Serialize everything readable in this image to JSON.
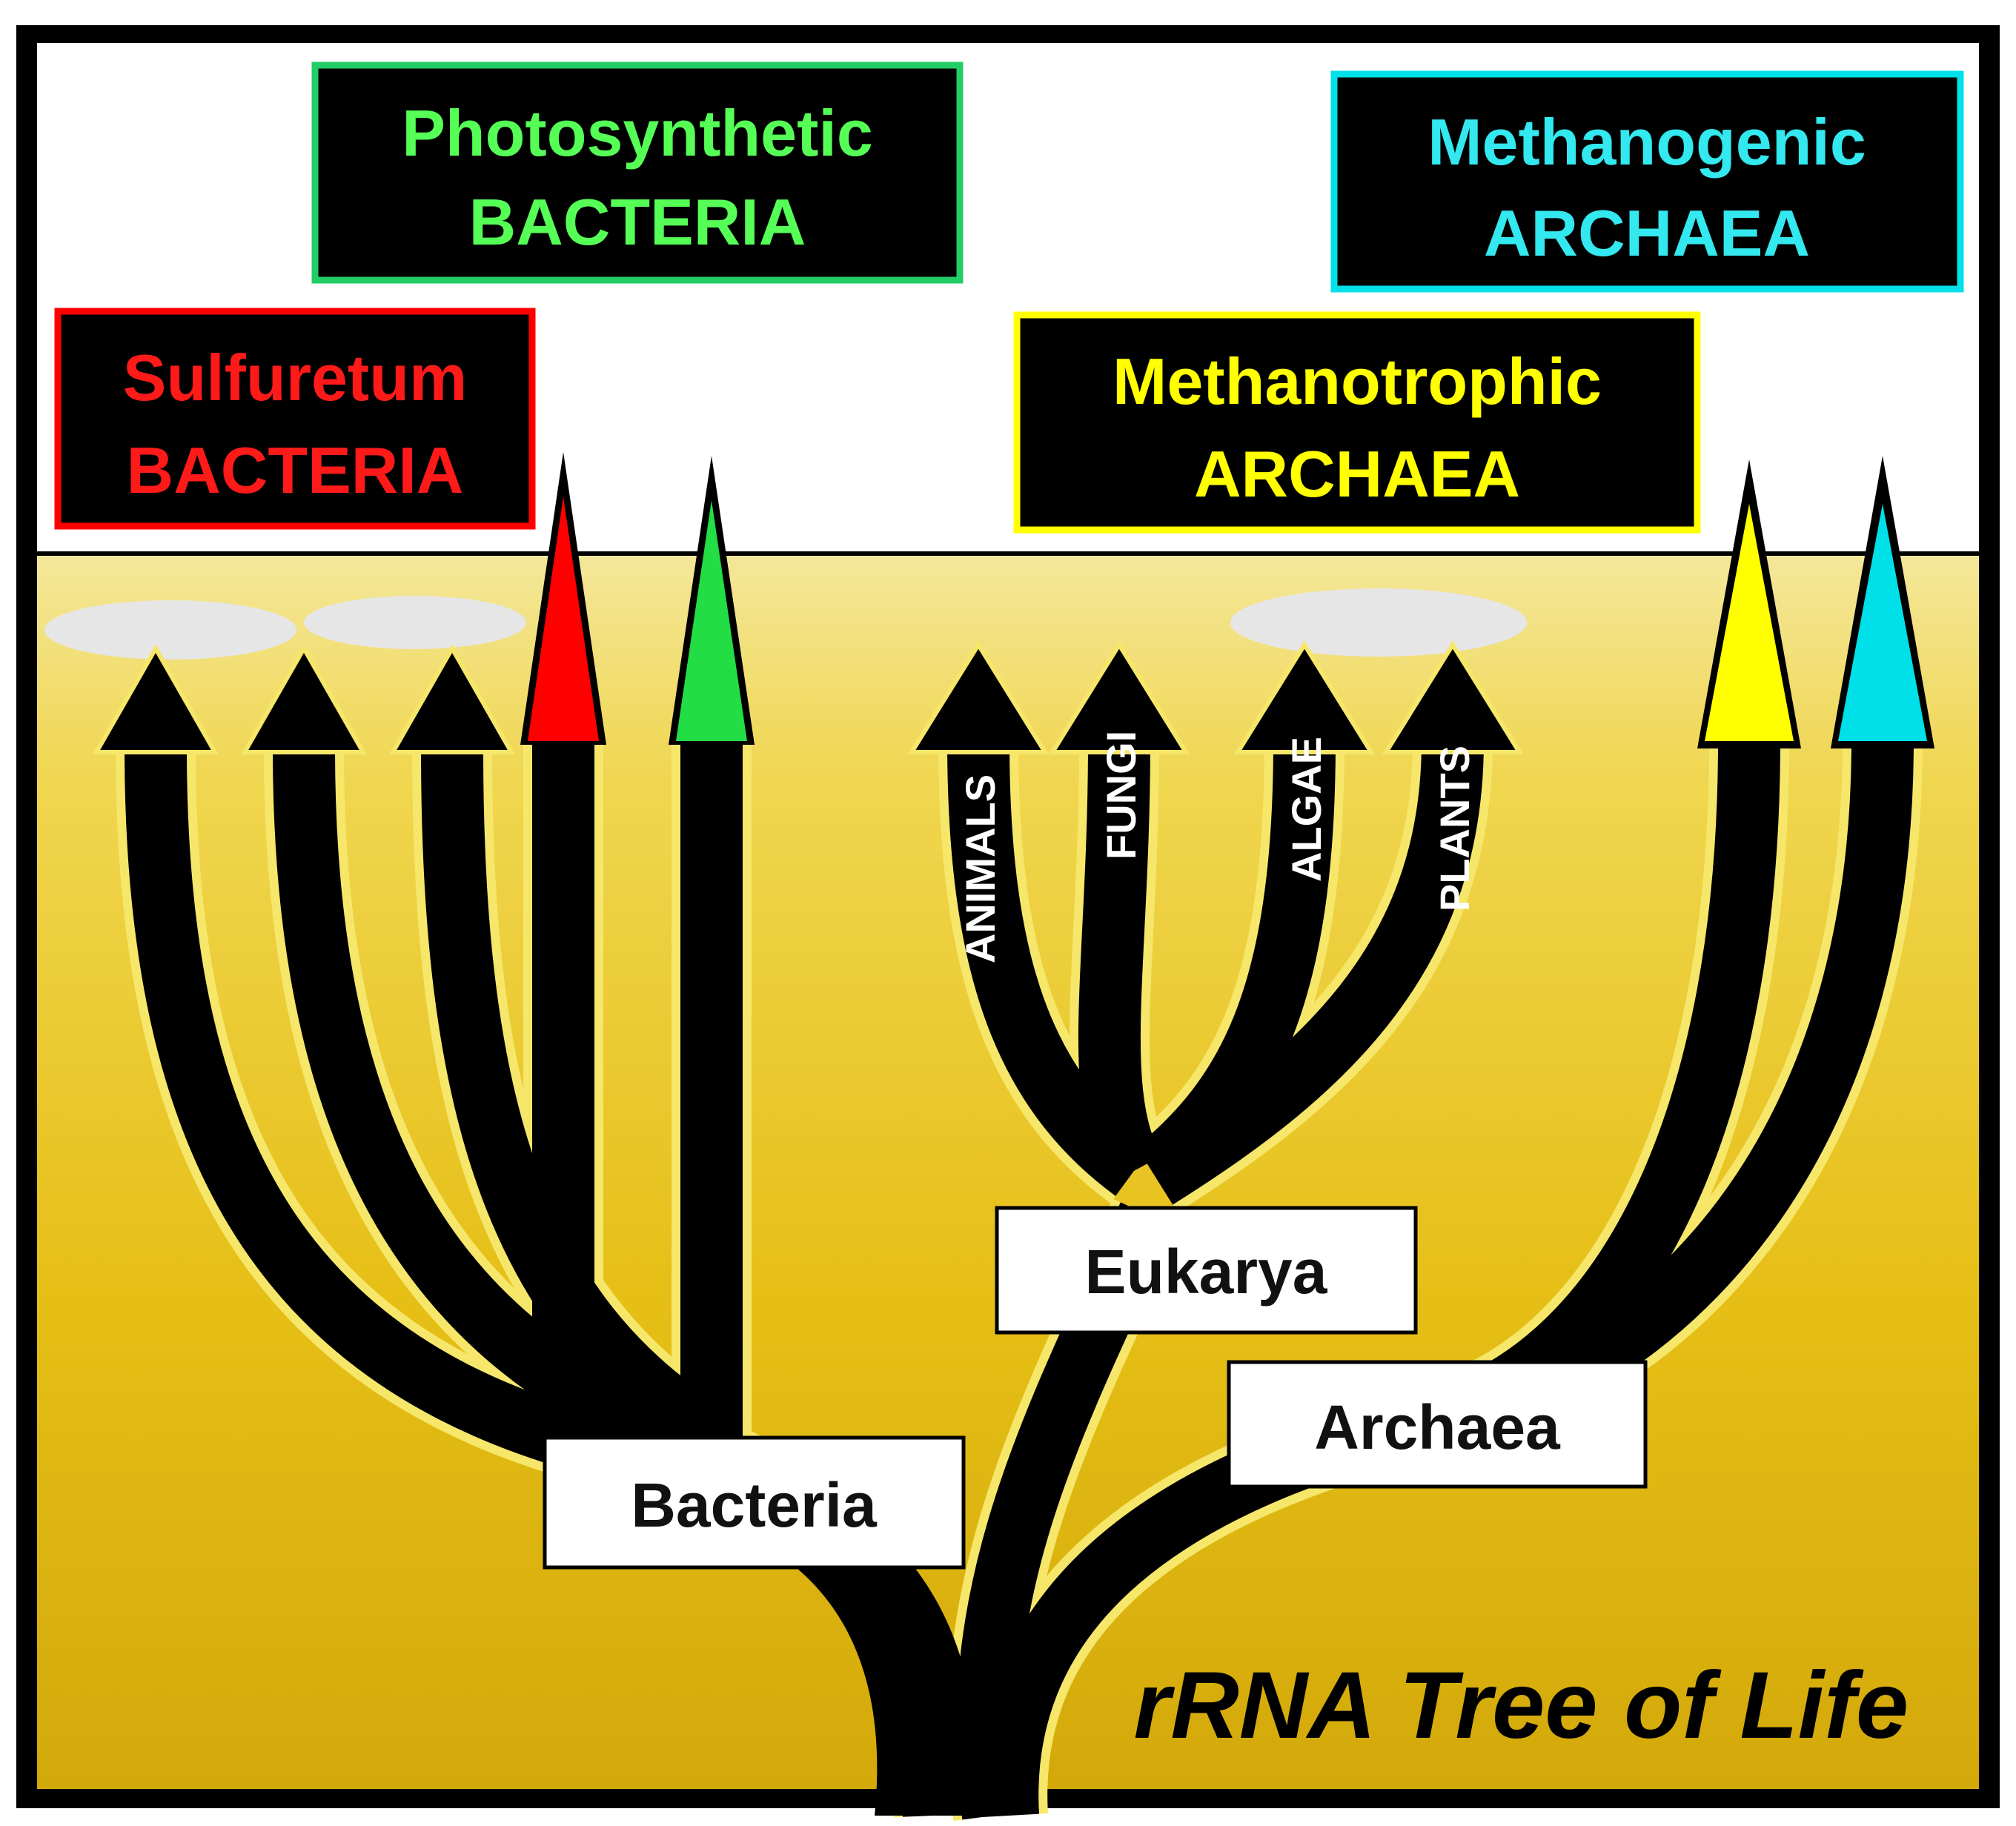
{
  "title": "rRNA Tree of Life",
  "groups": {
    "sulfuretum": {
      "line1": "Sulfuretum",
      "line2": "BACTERIA",
      "color": "#ff0000"
    },
    "photosynthetic": {
      "line1": "Photosynthetic",
      "line2": "BACTERIA",
      "color": "#22dd44"
    },
    "methanotrophic": {
      "line1": "Methanotrophic",
      "line2": "ARCHAEA",
      "color": "#ffff00"
    },
    "methanogenic": {
      "line1": "Methanogenic",
      "line2": "ARCHAEA",
      "color": "#00e0e8"
    }
  },
  "domains": {
    "bacteria": "Bacteria",
    "eukarya": "Eukarya",
    "archaea": "Archaea"
  },
  "eukarya_branches": [
    "ANIMALS",
    "FUNGI",
    "ALGAE",
    "PLANTS"
  ],
  "colors": {
    "background_top": "#ffffff",
    "background_gold": "#e8c21a",
    "branch": "#000000",
    "border": "#000000"
  }
}
